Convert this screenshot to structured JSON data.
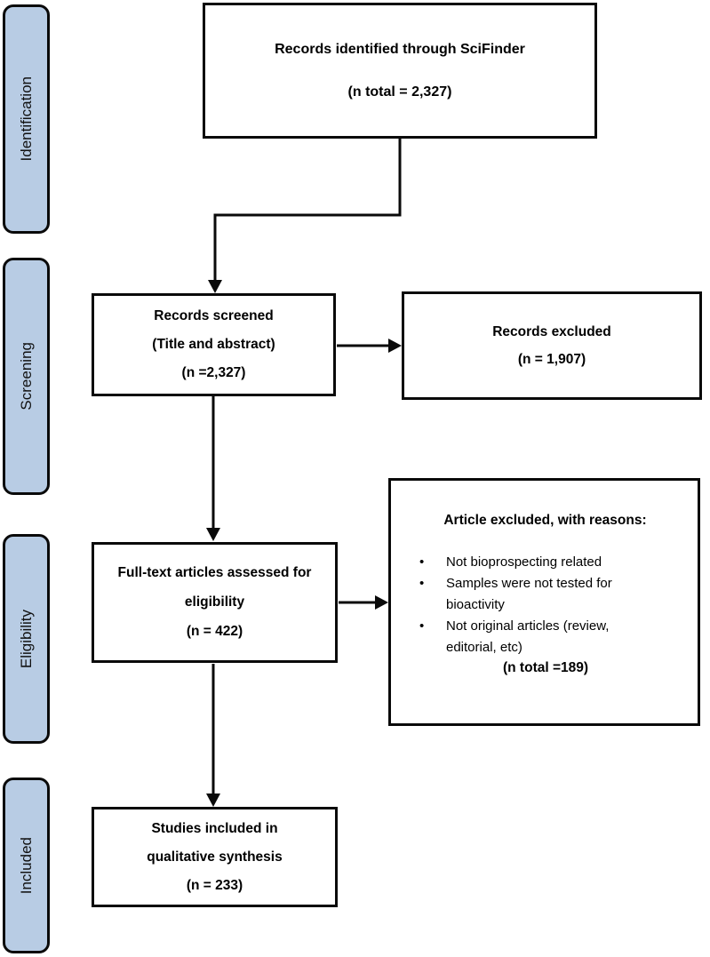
{
  "diagram": {
    "type": "prisma-flow",
    "colors": {
      "stage_fill": "#b8cce4",
      "border": "#000000",
      "background": "#ffffff"
    }
  },
  "stages": {
    "identification": "Identification",
    "screening": "Screening",
    "eligibility": "Eligibility",
    "included": "Included"
  },
  "flow": {
    "identified": {
      "lines": [
        "Records identified through SciFinder",
        "(n total = 2,327)"
      ]
    },
    "screened": {
      "lines": [
        "Records screened",
        "(Title and abstract)",
        "(n =2,327)"
      ]
    },
    "records_excluded": {
      "lines": [
        "Records excluded",
        "(n = 1,907)"
      ]
    },
    "fulltext": {
      "lines": [
        "Full-text articles assessed for",
        "eligibility",
        "(n = 422)"
      ]
    },
    "article_excluded": {
      "title": "Article excluded, with reasons:",
      "bullets": [
        "Not bioprospecting related",
        "Samples were not tested for bioactivity",
        "Not original articles (review, editorial, etc)"
      ],
      "total": "(n total =189)"
    },
    "included": {
      "lines": [
        "Studies included in",
        "qualitative synthesis",
        "(n = 233)"
      ]
    }
  }
}
